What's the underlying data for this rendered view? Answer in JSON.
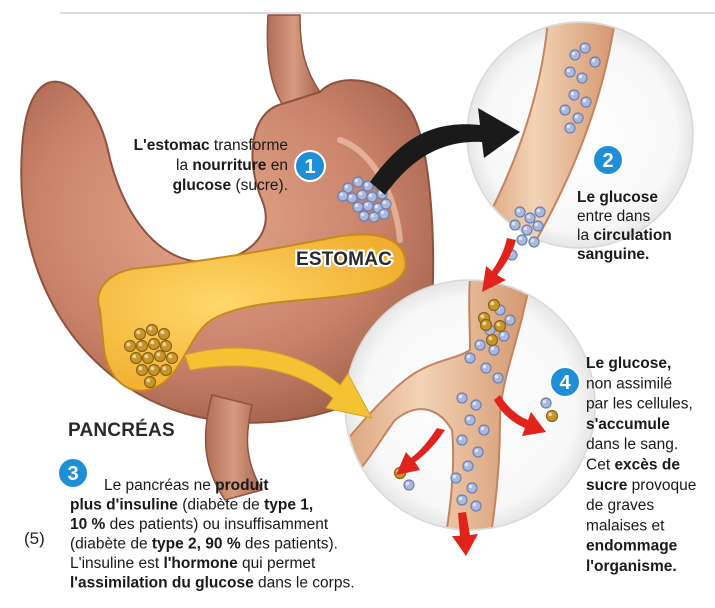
{
  "figure_label": "(5)",
  "labels": {
    "stomach": "ESTOMAC",
    "pancreas": "PANCRÉAS"
  },
  "callouts": {
    "c1": {
      "number": "1",
      "lines": [
        [
          {
            "t": "L'estomac",
            "b": true
          },
          {
            "t": " transforme",
            "b": false
          }
        ],
        [
          {
            "t": "la ",
            "b": false
          },
          {
            "t": "nourriture",
            "b": true
          },
          {
            "t": " en",
            "b": false
          }
        ],
        [
          {
            "t": "glucose",
            "b": true
          },
          {
            "t": " (sucre).",
            "b": false
          }
        ]
      ]
    },
    "c2": {
      "number": "2",
      "lines": [
        [
          {
            "t": "Le glucose",
            "b": true
          }
        ],
        [
          {
            "t": "entre dans",
            "b": false
          }
        ],
        [
          {
            "t": "la ",
            "b": false
          },
          {
            "t": "circulation",
            "b": true
          }
        ],
        [
          {
            "t": "sanguine.",
            "b": true
          }
        ]
      ]
    },
    "c3": {
      "number": "3",
      "lines": [
        [
          {
            "t": "Le pancréas ne ",
            "b": false
          },
          {
            "t": "produit",
            "b": true
          }
        ],
        [
          {
            "t": "plus d'insuline",
            "b": true
          },
          {
            "t": " (diabète de ",
            "b": false
          },
          {
            "t": "type 1,",
            "b": true
          }
        ],
        [
          {
            "t": "10 %",
            "b": true
          },
          {
            "t": " des patients) ou insuffisamment",
            "b": false
          }
        ],
        [
          {
            "t": "(diabète de ",
            "b": false
          },
          {
            "t": "type 2, 90 %",
            "b": true
          },
          {
            "t": " des patients).",
            "b": false
          }
        ],
        [
          {
            "t": "L'insuline est ",
            "b": false
          },
          {
            "t": "l'hormone",
            "b": true
          },
          {
            "t": " qui permet",
            "b": false
          }
        ],
        [
          {
            "t": "l'assimilation du glucose",
            "b": true
          },
          {
            "t": " dans le corps.",
            "b": false
          }
        ]
      ]
    },
    "c4": {
      "number": "4",
      "lines": [
        [
          {
            "t": "Le glucose,",
            "b": true
          }
        ],
        [
          {
            "t": "non assimilé",
            "b": false
          }
        ],
        [
          {
            "t": "par les cellules,",
            "b": false
          }
        ],
        [
          {
            "t": "s'accumule",
            "b": true
          }
        ],
        [
          {
            "t": "dans le sang.",
            "b": false
          }
        ],
        [
          {
            "t": "Cet ",
            "b": false
          },
          {
            "t": "excès de",
            "b": true
          }
        ],
        [
          {
            "t": "sucre",
            "b": true
          },
          {
            "t": " provoque",
            "b": false
          }
        ],
        [
          {
            "t": "de graves",
            "b": false
          }
        ],
        [
          {
            "t": "malaises et",
            "b": false
          }
        ],
        [
          {
            "t": "endommage",
            "b": true
          }
        ],
        [
          {
            "t": "l'organisme.",
            "b": true
          }
        ]
      ]
    }
  },
  "colors": {
    "stomach": "#c9826a",
    "stomach_dark": "#9a5a44",
    "pancreas": "#f6c04a",
    "vessel": "#e7b690",
    "glucose": "#aab8dc",
    "insulin": "#c8952a",
    "badge": "#1e8fd6",
    "arrow_dark": "#1a1a1a",
    "arrow_red": "#e0241c",
    "arrow_yellow": "#f5c234"
  }
}
